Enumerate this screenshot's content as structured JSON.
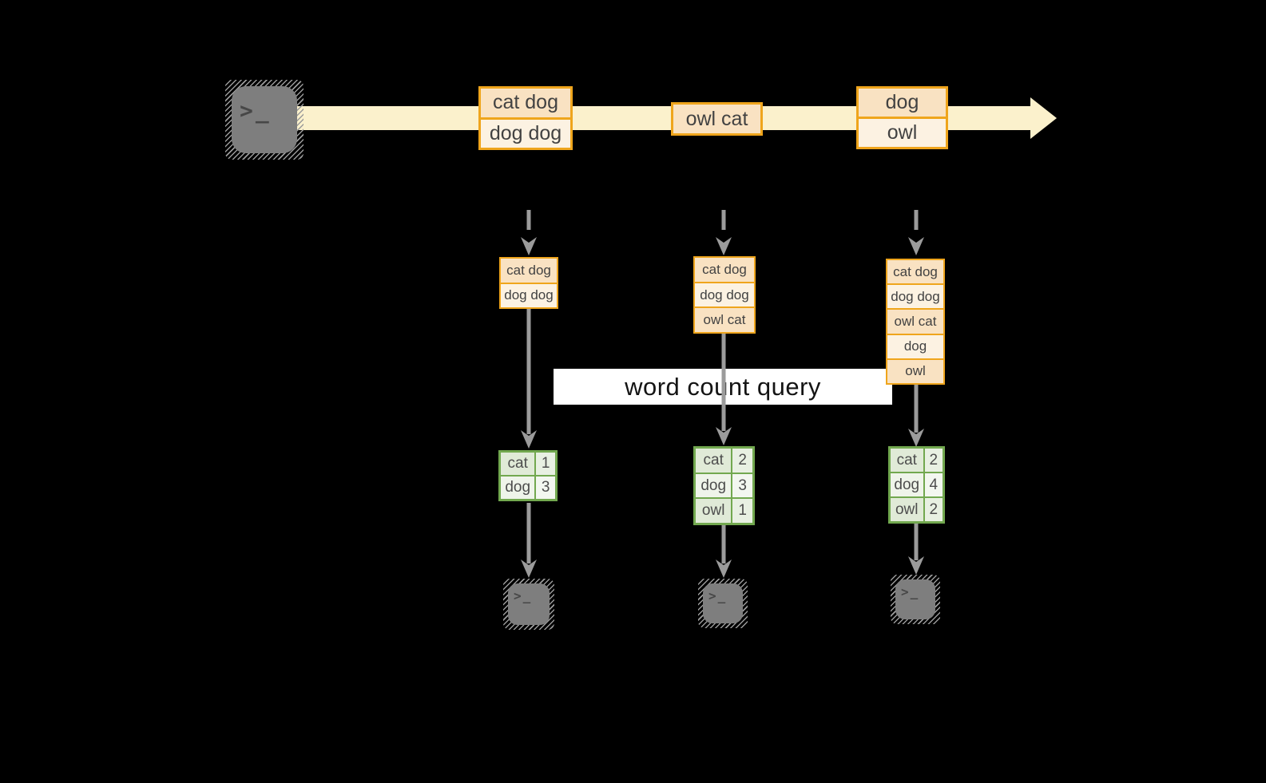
{
  "colors": {
    "orange_border": "#EFA51C",
    "orange_fill_dark": "#F9E2C2",
    "orange_fill_light": "#FCF2E2",
    "green_border": "#72A84F",
    "green_fill_dark": "#E0EAD7",
    "green_fill_light": "#EFF4EA",
    "stream_band": "#FBF1CC",
    "arrow_gray": "#9B9B9B",
    "terminal_gray": "#7E7E7E",
    "background": "#000000",
    "query_bg": "#FFFFFF",
    "text_dark": "#424242"
  },
  "stream": {
    "prompt_glyph": ">_",
    "events": [
      {
        "lines": [
          "cat dog",
          "dog dog"
        ]
      },
      {
        "lines": [
          "owl cat"
        ]
      },
      {
        "lines": [
          "dog",
          "owl"
        ]
      }
    ]
  },
  "query": {
    "label": "word count query"
  },
  "micro_batches": [
    {
      "records": [
        "cat dog",
        "dog dog"
      ]
    },
    {
      "records": [
        "cat dog",
        "dog dog",
        "owl cat"
      ]
    },
    {
      "records": [
        "cat dog",
        "dog dog",
        "owl cat",
        "dog",
        "owl"
      ]
    }
  ],
  "results": [
    {
      "rows": [
        {
          "word": "cat",
          "count": "1"
        },
        {
          "word": "dog",
          "count": "3"
        }
      ]
    },
    {
      "rows": [
        {
          "word": "cat",
          "count": "2"
        },
        {
          "word": "dog",
          "count": "3"
        },
        {
          "word": "owl",
          "count": "1"
        }
      ]
    },
    {
      "rows": [
        {
          "word": "cat",
          "count": "2"
        },
        {
          "word": "dog",
          "count": "4"
        },
        {
          "word": "owl",
          "count": "2"
        }
      ]
    }
  ]
}
